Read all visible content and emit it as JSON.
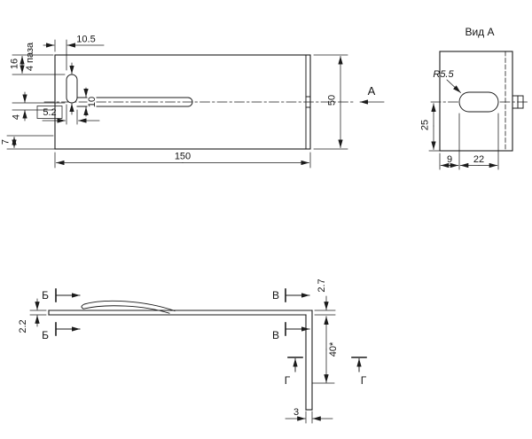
{
  "top_view": {
    "view_label": "А",
    "slots_label": "4 паза",
    "dims": {
      "offset_top": "10.5",
      "slot_height": "16",
      "slot_width": "5.2",
      "step": "4",
      "edge": "7",
      "groove_width": "10",
      "length": "150",
      "width": "50"
    }
  },
  "view_a": {
    "title": "Вид А",
    "dims": {
      "radius": "R5.5",
      "center_offset": "25",
      "slot_offset": "9",
      "slot_length": "22"
    }
  },
  "side_view": {
    "sections": {
      "b": "Б",
      "v": "В",
      "g": "Г"
    },
    "dims": {
      "thickness_left": "2.2",
      "thickness_right": "2.7",
      "leg_length": "40*",
      "leg_thickness": "3"
    }
  }
}
